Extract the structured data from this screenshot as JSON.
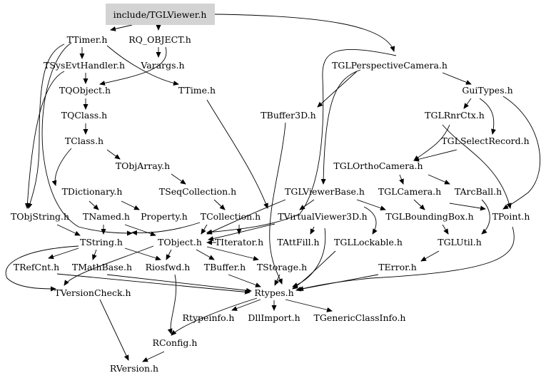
{
  "graph": {
    "root": "include/TGLViewer.h",
    "nodes": {
      "root": "include/TGLViewer.h",
      "ttimer": "TTimer.h",
      "rqobject": "RQ_OBJECT.h",
      "tsysevthandler": "TSysEvtHandler.h",
      "varargs": "Varargs.h",
      "tqobject": "TQObject.h",
      "ttime": "TTime.h",
      "tqclass": "TQClass.h",
      "tclass": "TClass.h",
      "tobjarray": "TObjArray.h",
      "tdictionary": "TDictionary.h",
      "tseqcollection": "TSeqCollection.h",
      "tobjstring": "TObjString.h",
      "tnamed": "TNamed.h",
      "property": "Property.h",
      "tcollection": "TCollection.h",
      "tstring": "TString.h",
      "tobject": "TObject.h",
      "titerator": "TIterator.h",
      "tattfill": "TAttFill.h",
      "trefcnt": "TRefCnt.h",
      "tmathbase": "TMathBase.h",
      "riosfwd": "Riosfwd.h",
      "tbuffer": "TBuffer.h",
      "tstorage": "TStorage.h",
      "tversioncheck": "TVersionCheck.h",
      "rtypes": "Rtypes.h",
      "rtypeinfo": "Rtypeinfo.h",
      "dllimport": "DllImport.h",
      "tgenericclassinfo": "TGenericClassInfo.h",
      "rconfig": "RConfig.h",
      "rversion": "RVersion.h",
      "tglperspectivecamera": "TGLPerspectiveCamera.h",
      "guitypes": "GuiTypes.h",
      "tbuffer3d": "TBuffer3D.h",
      "tglrnrctx": "TGLRnrCtx.h",
      "tglselectrecord": "TGLSelectRecord.h",
      "tglorthocamera": "TGLOrthoCamera.h",
      "tglviewerbase": "TGLViewerBase.h",
      "tglcamera": "TGLCamera.h",
      "tarcball": "TArcBall.h",
      "tvirtualviewer3d": "TVirtualViewer3D.h",
      "tglboundingbox": "TGLBoundingBox.h",
      "tpoint": "TPoint.h",
      "tgllockable": "TGLLockable.h",
      "tglutil": "TGLUtil.h",
      "terror": "TError.h"
    }
  }
}
